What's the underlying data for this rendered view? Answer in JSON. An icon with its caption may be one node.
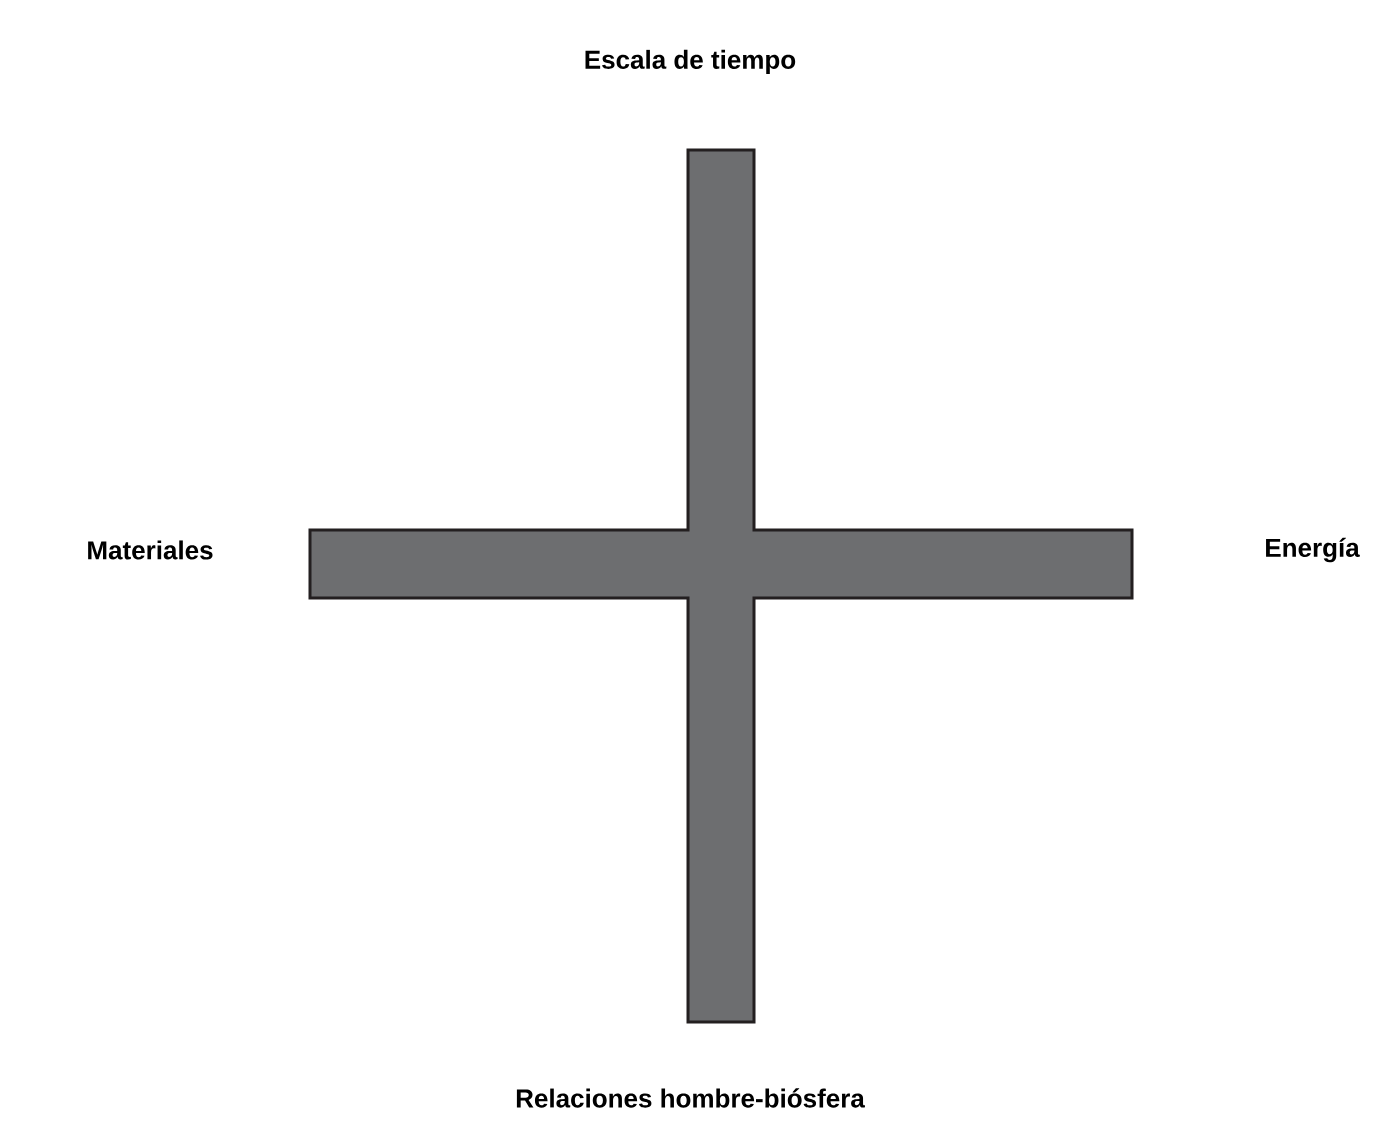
{
  "diagram": {
    "labels": [
      "Escala de tiempo",
      "Materiales",
      "Energía",
      "Relaciones hombre-biósfera"
    ]
  }
}
